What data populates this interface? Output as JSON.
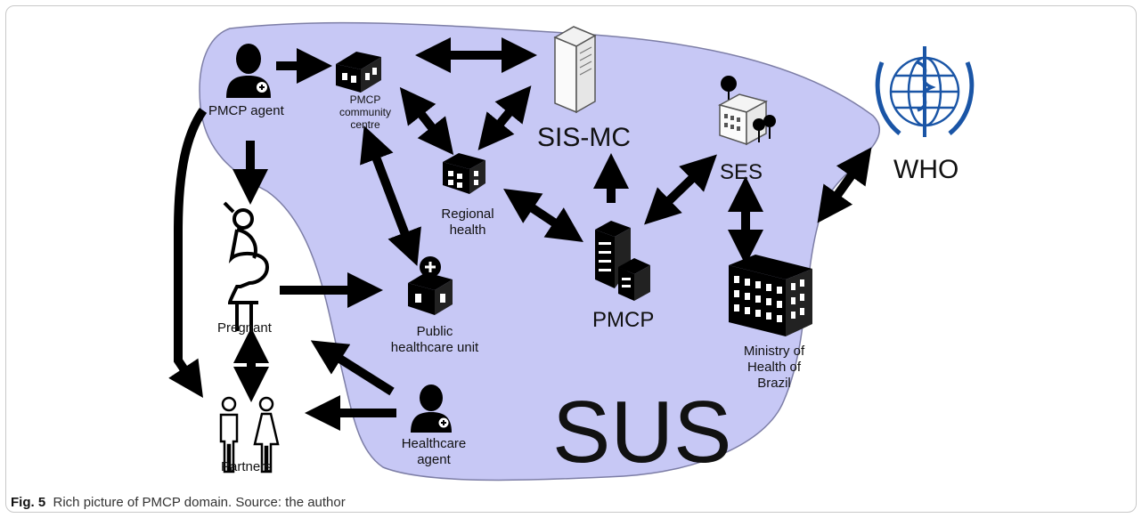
{
  "nodes": {
    "pmcp_agent": "PMCP agent",
    "community_centre_line1": "PMCP",
    "community_centre_line2": "community",
    "community_centre_line3": "centre",
    "sis_mc": "SIS-MC",
    "ses": "SES",
    "who": "WHO",
    "regional_line1": "Regional",
    "regional_line2": "health",
    "pregnant": "Pregnant",
    "public_unit_line1": "Public",
    "public_unit_line2": "healthcare unit",
    "pmcp": "PMCP",
    "ministry_line1": "Ministry of",
    "ministry_line2": "Health of",
    "ministry_line3": "Brazil",
    "partners": "Partners",
    "healthcare_agent_line1": "Healthcare",
    "healthcare_agent_line2": "agent",
    "sus": "SUS"
  },
  "caption": {
    "label": "Fig. 5",
    "text": "Rich picture of PMCP domain. Source: the author"
  },
  "colors": {
    "sus_region_fill": "#c7c8f5",
    "sus_region_stroke": "#7d7ea6",
    "ink": "#000000"
  },
  "icons": [
    "person-agent-icon",
    "building-icon",
    "server-icon",
    "hospital-icon",
    "office-tower-icon",
    "pregnant-woman-icon",
    "partners-icon",
    "who-emblem-icon"
  ]
}
